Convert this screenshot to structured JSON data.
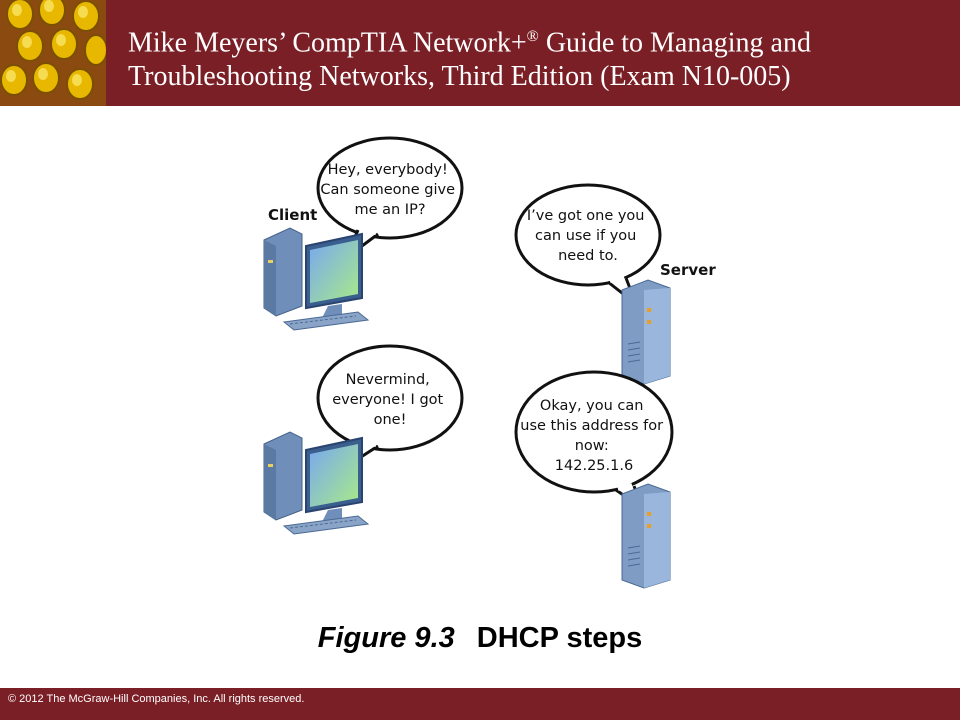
{
  "header": {
    "title_line1": "Mike Meyers’ CompTIA Network+",
    "title_reg": "®",
    "title_line1_rest": " Guide to Managing and",
    "title_line2": "Troubleshooting Networks, Third Edition (Exam N10-005)"
  },
  "diagram": {
    "client_label": "Client",
    "server_label": "Server",
    "bubble1": [
      "Hey, everybody!",
      "Can someone give",
      "me an IP?"
    ],
    "bubble2": [
      "I’ve got one you",
      "can use if you",
      "need to."
    ],
    "bubble3": [
      "Nevermind,",
      "everyone! I got",
      "one!"
    ],
    "bubble4": [
      "Okay, you can",
      "use this address for",
      "now:",
      "142.25.1.6"
    ]
  },
  "caption": {
    "figure_number": "Figure 9.3",
    "figure_title": "DHCP steps"
  },
  "footer": {
    "copyright": "© 2012 The McGraw-Hill Companies, Inc. All rights reserved."
  },
  "colors": {
    "brand": "#7a1f26",
    "computer_body": "#7e9cc4",
    "screen_gradient_start": "#7ab0f0",
    "screen_gradient_end": "#a8e890"
  }
}
